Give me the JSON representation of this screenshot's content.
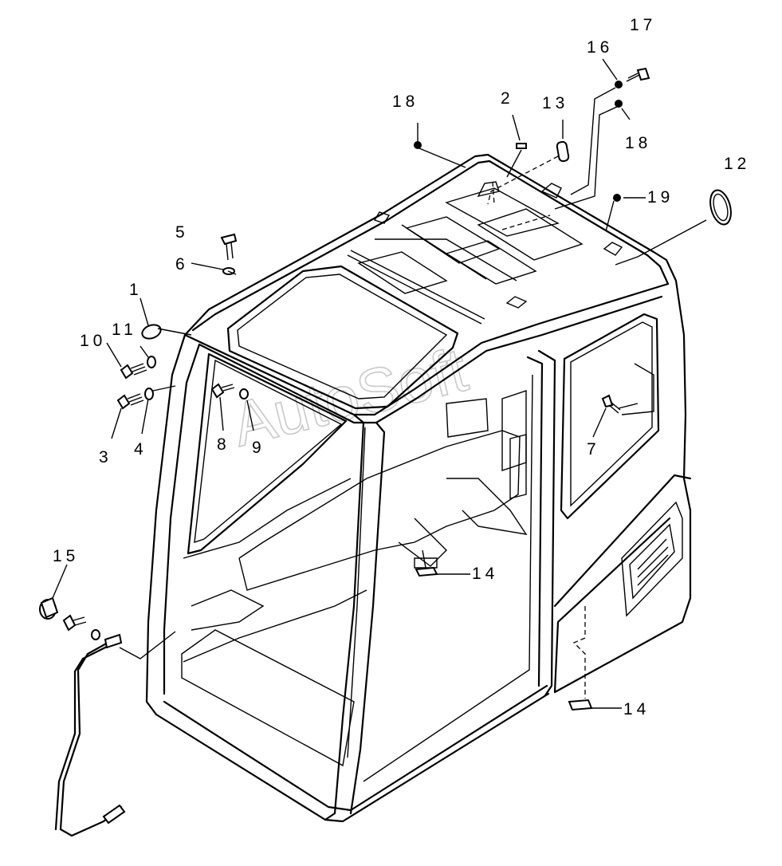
{
  "watermark": "AutoSoft",
  "callouts": [
    "1",
    "2",
    "3",
    "4",
    "5",
    "6",
    "7",
    "8",
    "9",
    "10",
    "11",
    "12",
    "13",
    "14",
    "14",
    "15",
    "16",
    "17",
    "18",
    "18",
    "19"
  ]
}
